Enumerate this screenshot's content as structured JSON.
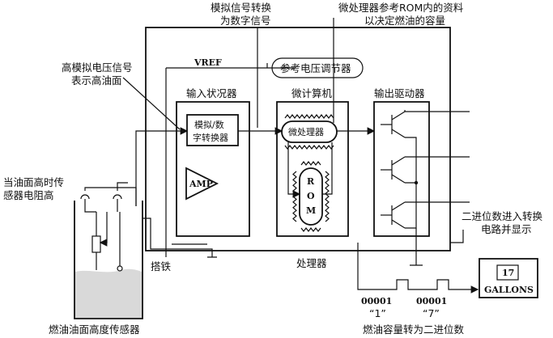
{
  "annotations": {
    "ad_convert": [
      "模拟信号转换",
      "为数字信号"
    ],
    "rom_reference": [
      "微处理器参考ROM内的资料",
      "以决定燃油的容量"
    ],
    "high_voltage": [
      "高模拟电压信号",
      "表示高油面"
    ],
    "sensor_high_resistance": [
      "当油面高时传",
      "感器电阻高"
    ],
    "binary_display": [
      "二进位数进入转换",
      "电路并显示"
    ]
  },
  "blocks": {
    "vref": "VREF",
    "ref_regulator": "参考电压调节器",
    "input_conditioner": "输入状况器",
    "ad_converter": [
      "模拟/数",
      "字转换器"
    ],
    "amp": "AMP",
    "microcomputer": "微计算机",
    "microprocessor": "微处理器",
    "rom": [
      "R",
      "O",
      "M"
    ],
    "output_driver": "输出驱动器",
    "processor": "处理器",
    "ground": "搭铁",
    "sensor": "燃油油面高度传感器"
  },
  "display": {
    "value": "17",
    "unit": "GALLONS"
  },
  "binary_output": {
    "codes": [
      "00001",
      "00001"
    ],
    "digits": [
      "“1”",
      "“7”"
    ],
    "caption": "燃油容量转为二进位数"
  }
}
